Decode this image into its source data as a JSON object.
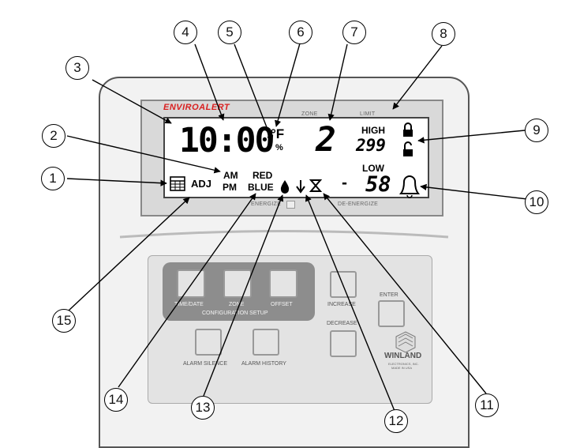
{
  "device": {
    "brand": "ENVIROALERT",
    "frame_labels": {
      "zone": "ZONE",
      "limit": "LIMIT",
      "energize": "ENERGIZE",
      "deenergize": "DE-ENERGIZE"
    },
    "manufacturer": "WINLAND",
    "manufacturer_sub1": "ELECTRONICS, INC.",
    "manufacturer_sub2": "MADE IN USA"
  },
  "lcd": {
    "time": "10:00",
    "temp_unit": "°F",
    "humidity_unit": "%",
    "zone": "2",
    "high_label": "HIGH",
    "high_value": "299",
    "low_label": "LOW",
    "low_sign": "-",
    "low_value": "58",
    "adj": "ADJ",
    "am": "AM",
    "pm": "PM",
    "red": "RED",
    "blue": "BLUE"
  },
  "keys": {
    "time_date": "TIME/DATE",
    "zone": "ZONE",
    "offset": "OFFSET",
    "configuration_setup": "CONFIGURATION SETUP",
    "increase": "INCREASE",
    "decrease": "DECREASE",
    "enter": "ENTER",
    "alarm_silence": "ALARM SILENCE",
    "alarm_history": "ALARM HISTORY"
  },
  "callouts": [
    "1",
    "2",
    "3",
    "4",
    "5",
    "6",
    "7",
    "8",
    "9",
    "10",
    "11",
    "12",
    "13",
    "14",
    "15"
  ]
}
